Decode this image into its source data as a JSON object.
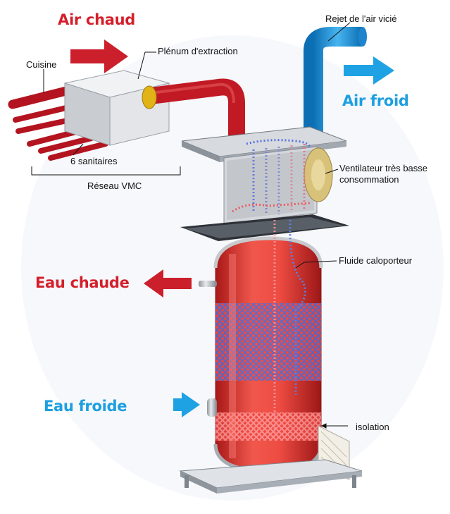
{
  "labels": {
    "air_chaud": "Air chaud",
    "air_froid": "Air froid",
    "eau_chaude": "Eau chaude",
    "eau_froide": "Eau froide",
    "cuisine": "Cuisine",
    "plenum": "Plénum d'extraction",
    "sanitaires": "6 sanitaires",
    "reseau": "Réseau VMC",
    "rejet": "Rejet de l'air vicié",
    "ventilateur_line1": "Ventilateur très basse",
    "ventilateur_line2": "consommation",
    "fluide": "Fluide caloporteur",
    "isolation": "isolation"
  },
  "colors": {
    "hot": "#d41f2b",
    "cold": "#1d9fe0",
    "pipe_red": "#b8121e",
    "pipe_blue": "#1a8fd6",
    "tank": "#e8483f",
    "metal": "#c8ccd2"
  }
}
